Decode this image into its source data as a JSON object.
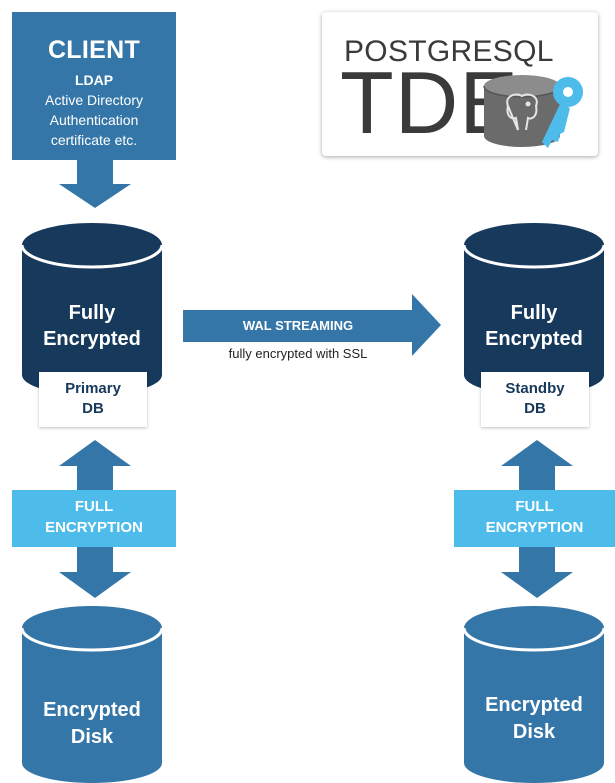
{
  "client": {
    "title": "CLIENT",
    "subtitle": "LDAP",
    "lines": [
      "Active Directory",
      "Authentication",
      "certificate etc."
    ]
  },
  "logo": {
    "line1": "POSTGRESQL",
    "line2": "TDE",
    "icons": [
      "elephant-database-icon",
      "key-icon"
    ]
  },
  "primary": {
    "cylinder_line1": "Fully",
    "cylinder_line2": "Encrypted",
    "tag_line1": "Primary",
    "tag_line2": "DB"
  },
  "standby": {
    "cylinder_line1": "Fully",
    "cylinder_line2": "Encrypted",
    "tag_line1": "Standby",
    "tag_line2": "DB"
  },
  "wal": {
    "label": "WAL STREAMING",
    "sublabel": "fully encrypted with SSL"
  },
  "left_band": {
    "line1": "FULL",
    "line2": "ENCRYPTION"
  },
  "right_band": {
    "line1": "FULL",
    "line2": "ENCRYPTION"
  },
  "left_disk": {
    "line1": "Encrypted",
    "line2": "Disk"
  },
  "right_disk": {
    "line1": "Encrypted",
    "line2": "Disk"
  },
  "colors": {
    "dark_navy": "#17395c",
    "steel_blue": "#3476a8",
    "light_blue": "#4dbcea",
    "white": "#ffffff"
  }
}
